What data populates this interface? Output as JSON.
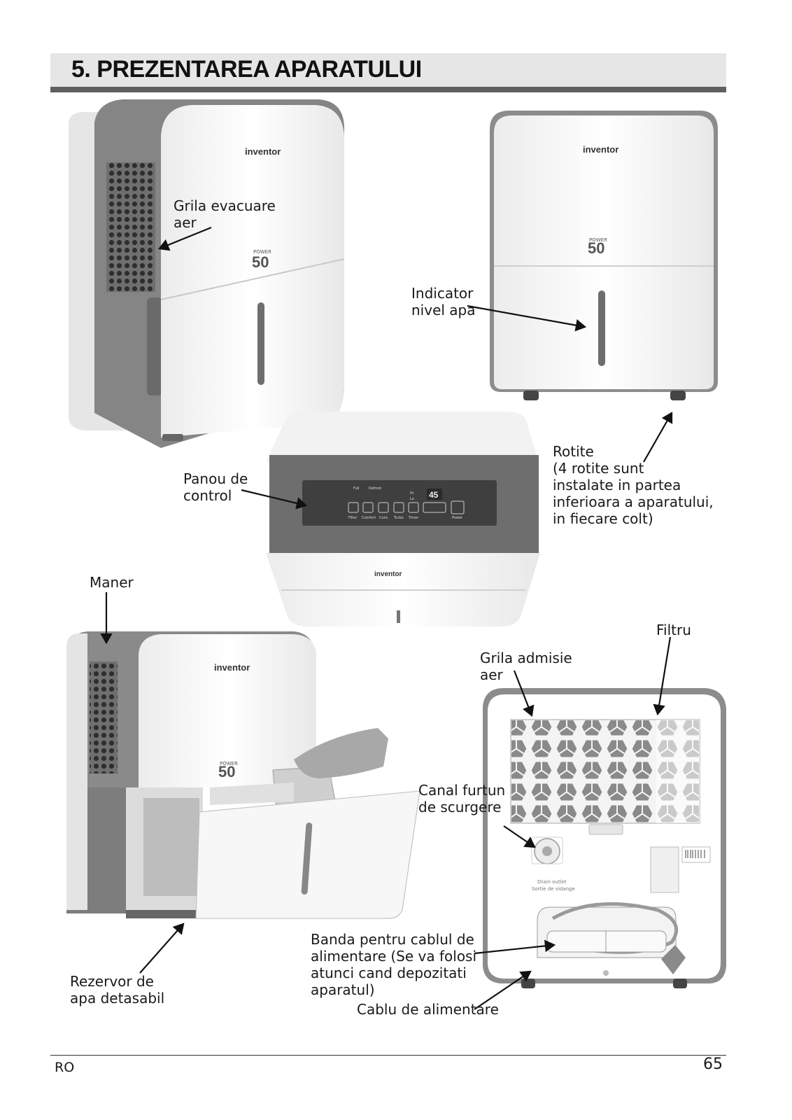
{
  "header": {
    "title": "5. PREZENTAREA APARATULUI"
  },
  "device": {
    "brand": "inventor",
    "model_line": "POWER",
    "model_number": "50",
    "display_value": "45"
  },
  "panel": {
    "indicators": [
      "Full",
      "Defrost",
      "Hi",
      "Lo"
    ],
    "buttons": [
      "Filter",
      "Comfort",
      "Cont.",
      "Turbo",
      "Timer",
      "Power"
    ]
  },
  "back_label": {
    "line1": "Drain outlet",
    "line2": "Sortie de vidange"
  },
  "labels": {
    "grila_evacuare": [
      "Grila evacuare",
      "aer"
    ],
    "indicator_nivel": [
      "Indicator",
      "nivel apa"
    ],
    "rotite": [
      "Rotite",
      "(4 rotite sunt",
      "instalate in partea",
      "inferioara a aparatului,",
      "in fiecare colt)"
    ],
    "panou": [
      "Panou de",
      "control"
    ],
    "maner": [
      "Maner"
    ],
    "filtru": [
      "Filtru"
    ],
    "grila_admisie": [
      "Grila admisie",
      "aer"
    ],
    "canal": [
      "Canal furtun",
      "de scurgere"
    ],
    "banda": [
      "Banda pentru cablul de",
      "alimentare (Se va folosi",
      "atunci cand depozitati",
      "aparatul)"
    ],
    "rezervor": [
      "Rezervor de",
      "apa detasabil"
    ],
    "cablu": [
      "Cablu de alimentare"
    ]
  },
  "footer": {
    "lang": "RO",
    "page": "65"
  }
}
